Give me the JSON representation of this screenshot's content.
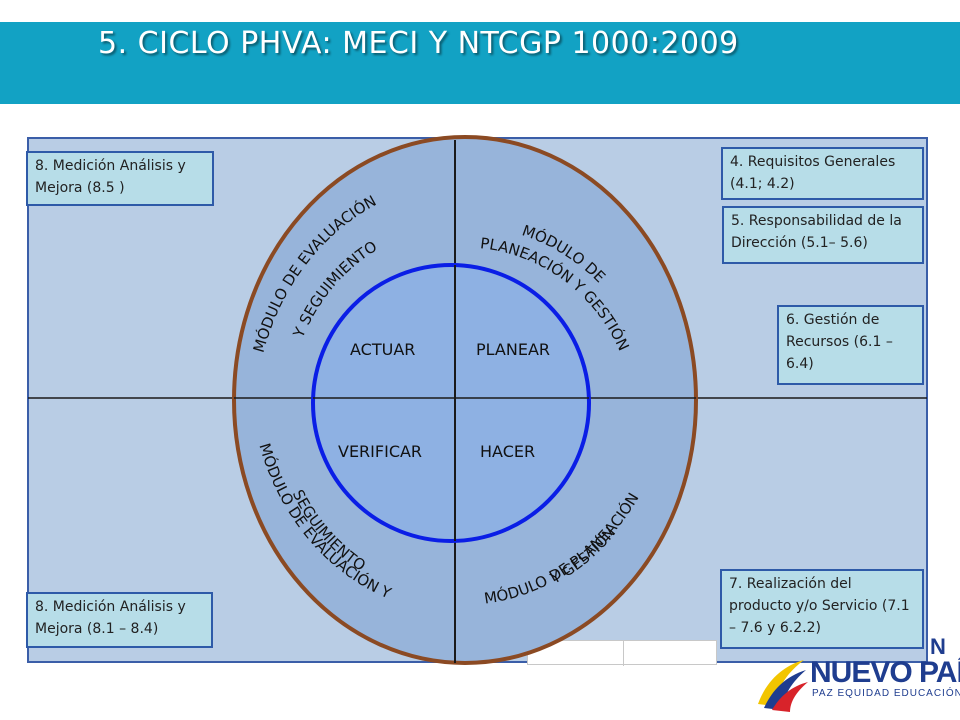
{
  "header": {
    "title": "5. CICLO PHVA: MECI Y NTCGP 1000:2009",
    "bg_color": "#12a2c4"
  },
  "diagram": {
    "panel_color": "#b9cde5",
    "ellipse_fill": "#97b4da",
    "ellipse_stroke": "#8b4a23",
    "inner_circle_fill": "#8eb1e3",
    "inner_circle_stroke": "#0a1ee6",
    "quadrants": {
      "top_left": "ACTUAR",
      "top_right": "PLANEAR",
      "bottom_left": "VERIFICAR",
      "bottom_right": "HACER"
    },
    "modules": {
      "top_left": {
        "line1": "MÓDULO DE EVALUACIÓN",
        "line2": "Y SEGUIMIENTO"
      },
      "top_right": {
        "line1": "MÓDULO DE",
        "line2": "PLANEACIÓN Y GESTIÓN"
      },
      "bottom_left": {
        "line1": "MÓDULO DE EVALUACIÓN Y",
        "line2": "SEGUIMIENTO"
      },
      "bottom_right": {
        "line1": "MÓDULO DE PLANEACIÓN",
        "line2": "Y GESTIÓN"
      }
    }
  },
  "notes": {
    "top_left": "8. Medición Análisis y Mejora (8.5 )",
    "req_generales": "4. Requisitos Generales (4.1; 4.2)",
    "responsabilidad": "5. Responsabilidad de la Dirección    (5.1– 5.6)",
    "recursos": "6. Gestión de Recursos  (6.1 – 6.4)",
    "realizacion": "7. Realización del producto  y/o Servicio (7.1 – 7.6 y 6.2.2)",
    "bottom_left": "8. Medición Análisis y Mejora (8.1 – 8.4)"
  },
  "logo": {
    "top": "N",
    "main": "NUEVO PAÍS",
    "sub": "PAZ  EQUIDAD  EDUCACIÓN"
  }
}
